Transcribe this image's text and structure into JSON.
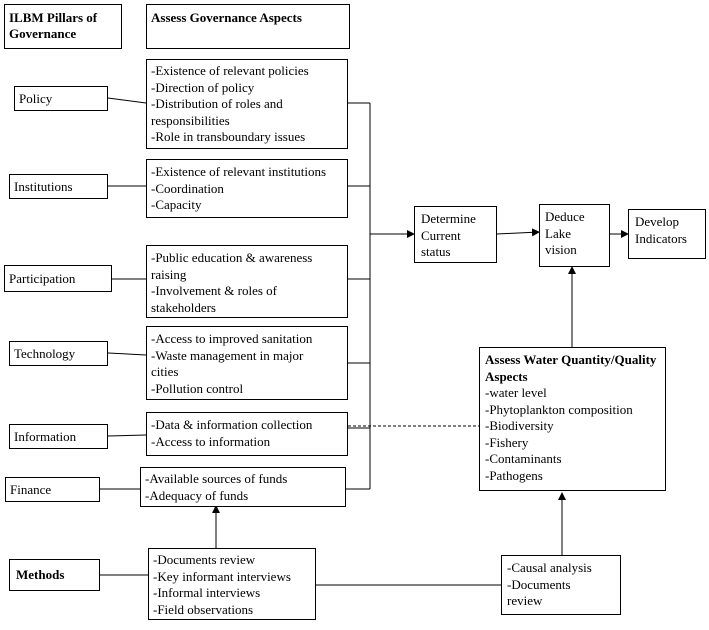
{
  "headers": {
    "pillars": "ILBM Pillars of Governance",
    "assess_governance": "Assess Governance Aspects"
  },
  "pillars": [
    "Policy",
    "Institutions",
    "Participation",
    "Technology",
    "Information",
    "Finance"
  ],
  "aspects": {
    "policy": [
      "-Existence of relevant policies",
      "-Direction of policy",
      "-Distribution of roles and",
      "responsibilities",
      "-Role in transboundary issues"
    ],
    "institutions": [
      "-Existence of relevant institutions",
      "-Coordination",
      "-Capacity"
    ],
    "participation": [
      "-Public education & awareness",
      "raising",
      "-Involvement & roles of",
      "stakeholders"
    ],
    "technology": [
      "-Access to improved sanitation",
      "-Waste management in major",
      "cities",
      "-Pollution control"
    ],
    "information": [
      "-Data & information collection",
      "-Access to information"
    ],
    "finance": [
      "-Available sources of funds",
      "-Adequacy of funds"
    ]
  },
  "flow": {
    "determine": "Determine Current status",
    "deduce": "Deduce Lake vision",
    "develop": "Develop Indicators"
  },
  "water": {
    "title": "Assess Water Quantity/Quality Aspects",
    "items": [
      "-water level",
      "-Phytoplankton composition",
      "-Biodiversity",
      "-Fishery",
      "-Contaminants",
      "-Pathogens"
    ]
  },
  "methods": {
    "label": "Methods",
    "items": [
      "-Documents review",
      "-Key informant interviews",
      "-Informal interviews",
      "-Field observations"
    ],
    "causal": [
      "-Causal analysis",
      "-Documents",
      "review"
    ]
  }
}
